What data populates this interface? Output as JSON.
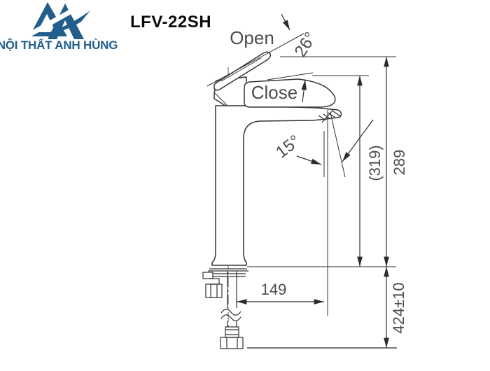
{
  "header": {
    "brand": "NỘI THẤT ANH HÙNG",
    "logo_icon": "double-a-swoosh-logo",
    "product_code": "LFV-22SH"
  },
  "diagram": {
    "annotations": {
      "open_label": "Open",
      "close_label": "Close",
      "open_lever_angle": "26°",
      "stream_angle": "15°"
    },
    "dimensions": {
      "overall_height_open": "(319)",
      "overall_height_closed": "289",
      "spout_reach": "149",
      "below_deck_hose_length": "424±10"
    },
    "colors": {
      "outline": "#343434",
      "dim_line": "#2f2f2f",
      "dimension_text": "#4d4d4d",
      "extension_line": "#9a9a9a",
      "logo_blue": "#215e8c"
    }
  }
}
